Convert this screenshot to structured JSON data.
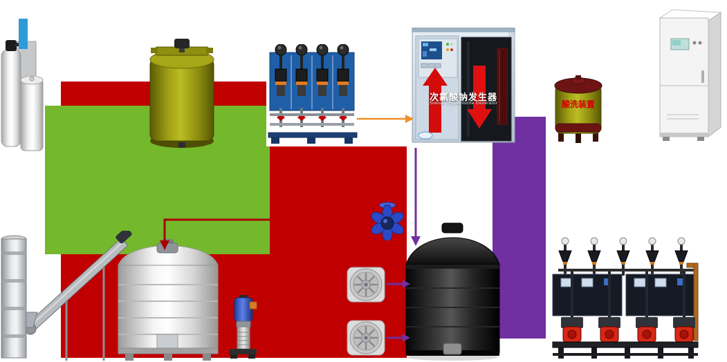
{
  "diagram": {
    "labels": {
      "generator_title": "次氯酸钠发生器",
      "generator_subtitle": "Sodium Hypochlorite Generator",
      "acid_wash": "酸洗装置"
    },
    "colors": {
      "red_block": "#c00000",
      "green_block": "#74b82c",
      "purple_band": "#7030a0",
      "orange_arrow": "#ef8f2a",
      "purple_arrow": "#7030a0",
      "red_arrow": "#a80000",
      "accent_blue": "#2f9ad8"
    },
    "equipment": [
      {
        "name": "water-softener-unit"
      },
      {
        "name": "chemical-dosing-tank"
      },
      {
        "name": "metering-pump-skid"
      },
      {
        "name": "sodium-hypochlorite-generator"
      },
      {
        "name": "acid-wash-tank"
      },
      {
        "name": "electrical-control-cabinet"
      },
      {
        "name": "screw-conveyor-feeder"
      },
      {
        "name": "salt-dissolving-tank"
      },
      {
        "name": "vertical-multistage-pump"
      },
      {
        "name": "blower-top"
      },
      {
        "name": "blower-bottom"
      },
      {
        "name": "black-storage-tank"
      },
      {
        "name": "dosing-pump-skid"
      },
      {
        "name": "mixer-impeller"
      }
    ]
  }
}
